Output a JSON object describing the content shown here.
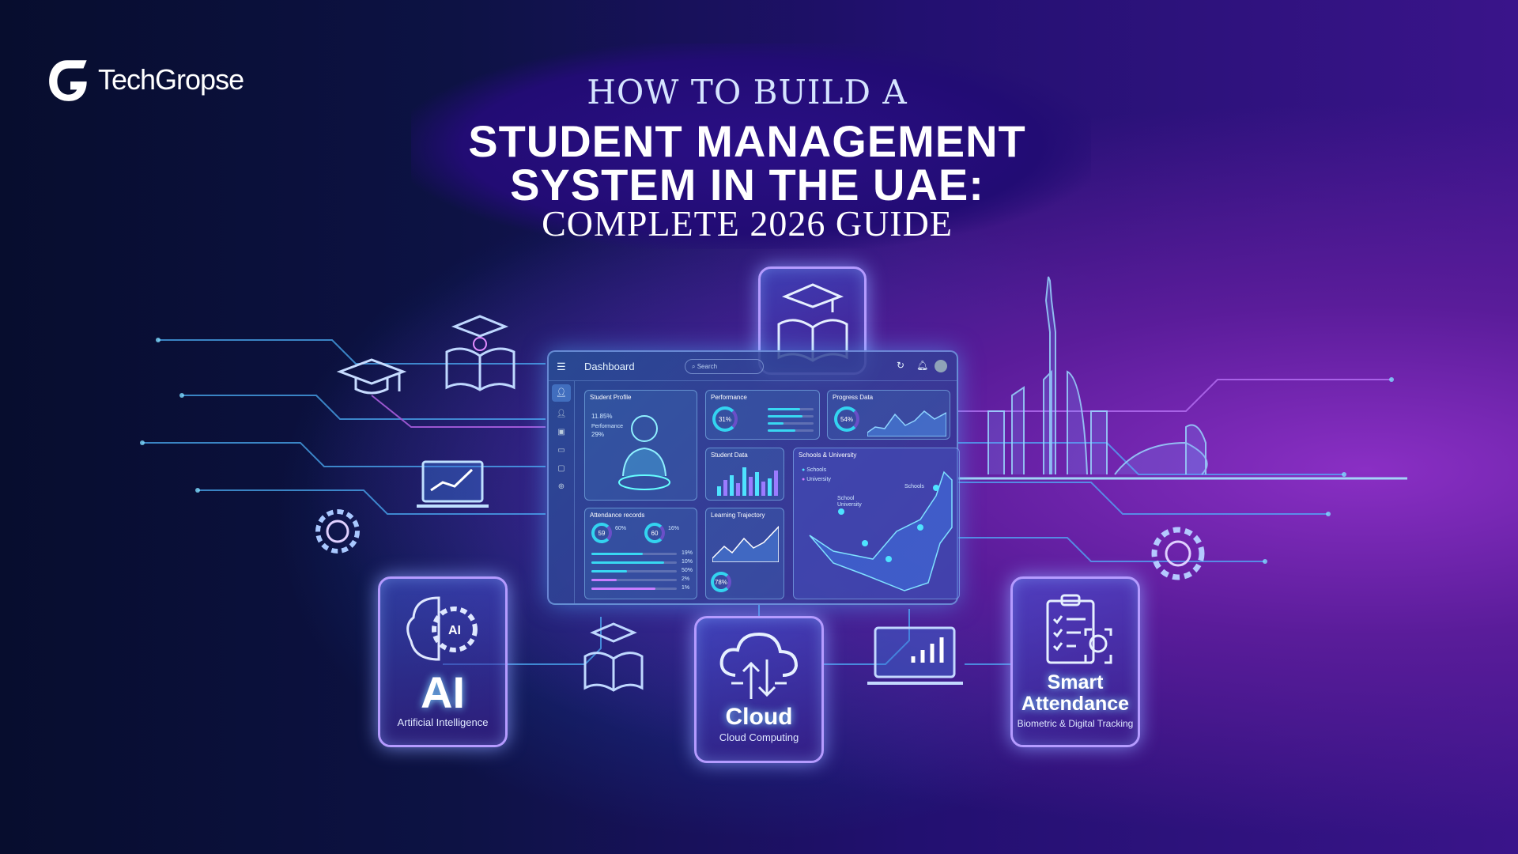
{
  "brand": {
    "name": "TechGropse"
  },
  "headline": {
    "line1": "HOW TO BUILD A",
    "line2": "STUDENT MANAGEMENT",
    "line3": "SYSTEM IN THE UAE:",
    "line4": "COMPLETE 2026 GUIDE"
  },
  "dashboard": {
    "title": "Dashboard",
    "search_placeholder": "Search",
    "student_profile": {
      "title": "Student Profile",
      "stat1": "11.85%",
      "stat2_label": "Performance",
      "stat2": "29%"
    },
    "performance": {
      "title": "Performance",
      "ring": "31%",
      "bars": [
        0.7,
        0.75,
        0.35,
        0.6
      ]
    },
    "progress": {
      "title": "Progress Data",
      "ring": "54%"
    },
    "student_data": {
      "title": "Student Data",
      "bars": [
        0.3,
        0.5,
        0.65,
        0.4,
        0.9,
        0.6,
        0.75,
        0.45,
        0.55,
        0.8
      ]
    },
    "schools": {
      "title": "Schools & University",
      "legend_schools": "Schools",
      "legend_university": "University",
      "label_school_university": "School University",
      "label_schools": "Schools"
    },
    "attendance": {
      "title": "Attendance records",
      "ring1": "59",
      "ring1_pct": "60%",
      "ring2": "60",
      "ring2_pct": "16%",
      "rows": [
        {
          "fill": 0.6,
          "pct": "19%"
        },
        {
          "fill": 0.85,
          "pct": "10%"
        },
        {
          "fill": 0.42,
          "pct": "50%"
        },
        {
          "fill": 0.3,
          "pct": "2%"
        },
        {
          "fill": 0.75,
          "pct": "1%"
        }
      ]
    },
    "learning": {
      "title": "Learning Trajectory",
      "ring": "78%"
    }
  },
  "features": {
    "ai": {
      "badge": "AI",
      "title": "AI",
      "subtitle": "Artificial Intelligence"
    },
    "cloud": {
      "title": "Cloud",
      "subtitle": "Cloud Computing"
    },
    "attendance": {
      "title": "Smart Attendance",
      "subtitle": "Biometric & Digital Tracking"
    }
  },
  "colors": {
    "accent_cyan": "#38d8f2",
    "accent_purple": "#b59bff",
    "bg_dark": "#070d2e",
    "bg_purple": "#8a2fc4"
  }
}
